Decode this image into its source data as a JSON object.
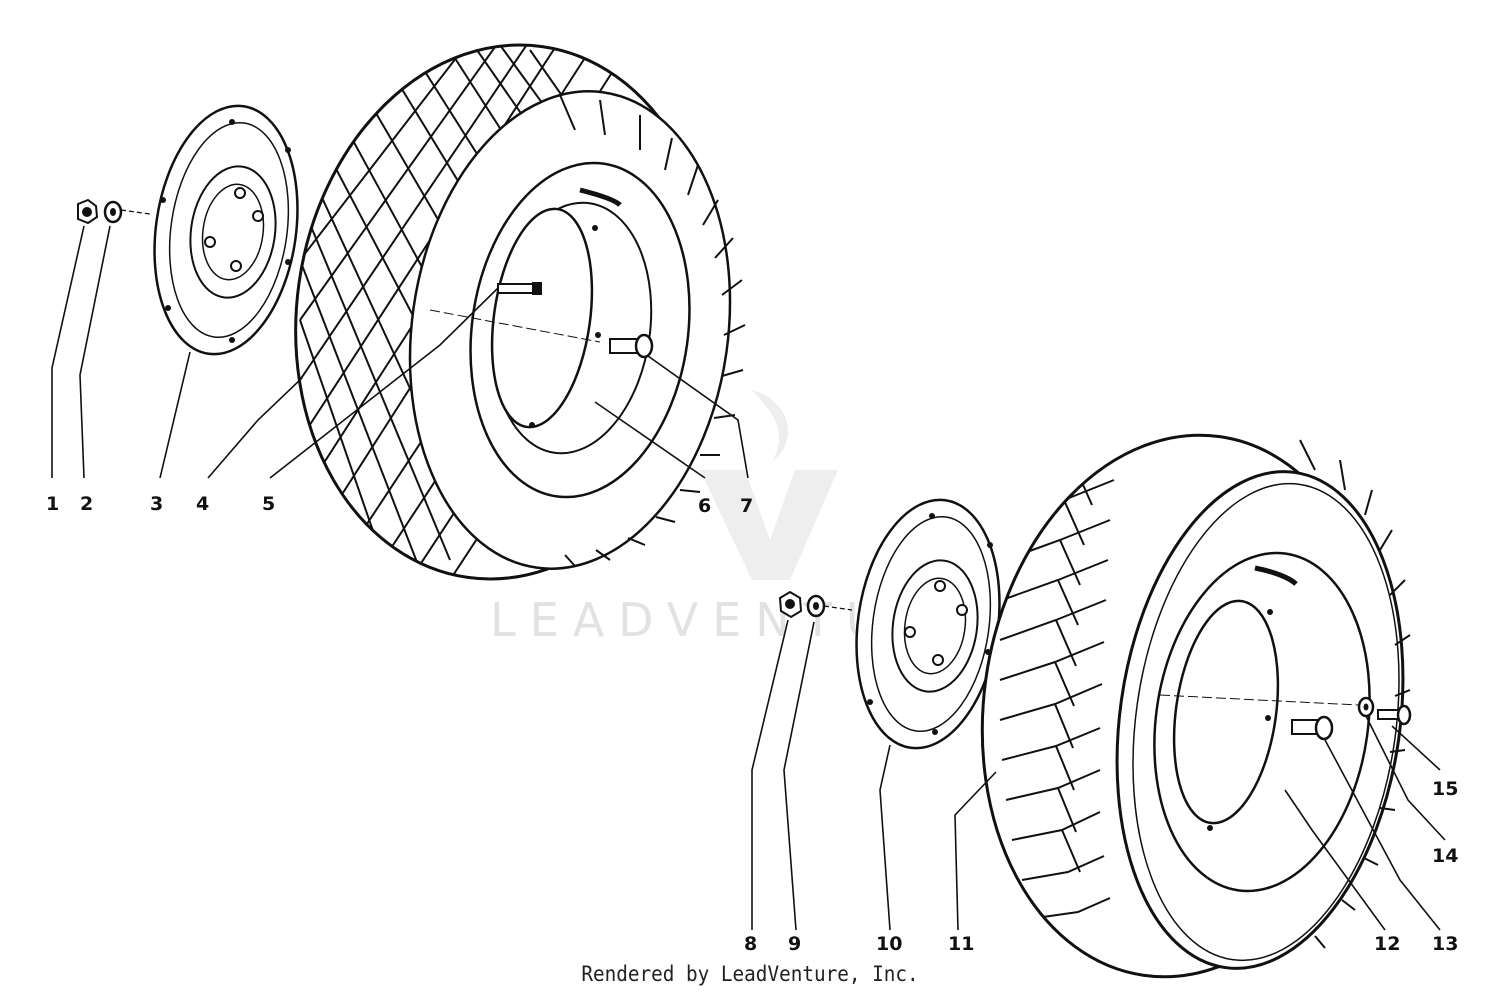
{
  "diagram": {
    "callouts": [
      "1",
      "2",
      "3",
      "4",
      "5",
      "6",
      "7",
      "8",
      "9",
      "10",
      "11",
      "12",
      "13",
      "14",
      "15"
    ]
  },
  "watermark": {
    "text": "LEADVENTURE",
    "color": "#e2e2e2"
  },
  "footer": {
    "credit": "Rendered by LeadVenture, Inc."
  },
  "colors": {
    "ink": "#111111",
    "paper": "#ffffff"
  }
}
